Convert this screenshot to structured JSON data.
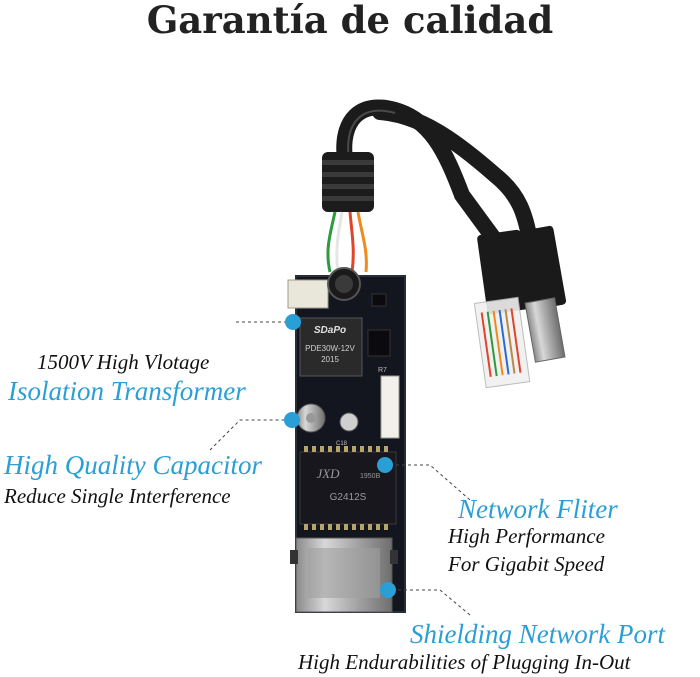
{
  "title": "Garantía de calidad",
  "pcb": {
    "transformer_brand": "SDaPo",
    "transformer_model": "PDE30W-12V",
    "transformer_date": "2015",
    "filter_brand": "JXD",
    "filter_batch": "1950B",
    "filter_model": "G2412S",
    "cap_label": "C18",
    "r_label": "R7"
  },
  "callouts": {
    "transformer": {
      "line1": "1500V High Vlotage",
      "line2": "Isolation Transformer"
    },
    "capacitor": {
      "line1": "High Quality Capacitor",
      "line2": "Reduce Single Interference"
    },
    "filter": {
      "line1": "Network Fliter",
      "line2": "High Performance",
      "line3": "For Gigabit Speed"
    },
    "port": {
      "line1": "Shielding Network Port",
      "line2": "High Endurabilities of Plugging In-Out"
    }
  },
  "colors": {
    "accent": "#2a9fd6",
    "pcb": "#14161f",
    "cable": "#1b1b1b"
  }
}
